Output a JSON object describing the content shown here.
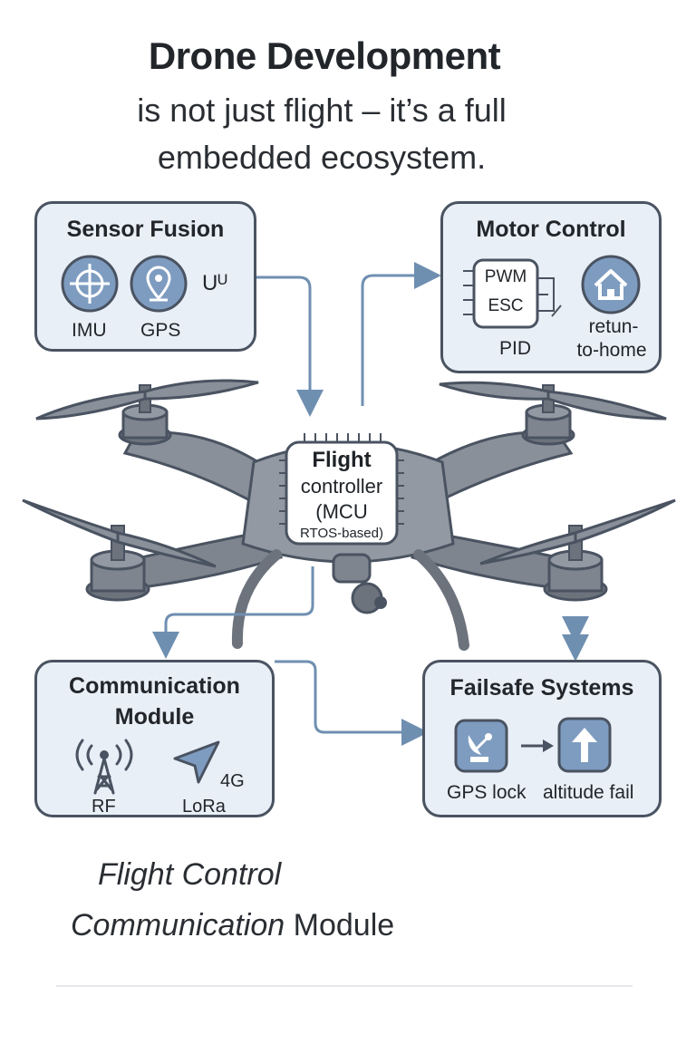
{
  "header": {
    "title": "Drone Development",
    "subtitle": "is not just flight – it’s a full embedded ecosystem."
  },
  "sensor_fusion": {
    "title": "Sensor Fusion",
    "imu_label": "IMU",
    "gps_label": "GPS",
    "extra_glyph": "Uᵁ"
  },
  "motor_control": {
    "title": "Motor Control",
    "chip_line1": "PWM",
    "chip_line2": "ESC",
    "pid_label": "PID",
    "rth_line1": "retun-",
    "rth_line2": "to-home"
  },
  "flight_controller": {
    "line1": "Flight",
    "line2": "controller",
    "line3": "(MCU",
    "line4": "RTOS-based)"
  },
  "communication": {
    "title_line1": "Communication",
    "title_line2": "Module",
    "rf_label": "RF",
    "lora_label": "LoRa",
    "fourg_label": "4G"
  },
  "failsafe": {
    "title": "Failsafe Systems",
    "gps_lock_label": "GPS lock",
    "altitude_fail_label": "altitude fail"
  },
  "footer": {
    "line1": "Flight Control",
    "line2_italic": "Communication",
    "line2_rest": " Module"
  },
  "colors": {
    "box_fill": "#e9eff7",
    "outline": "#4a5361",
    "icon_blue": "#7e9cc0",
    "drone_gray": "#8a9099",
    "arrow": "#6f8fb1"
  }
}
